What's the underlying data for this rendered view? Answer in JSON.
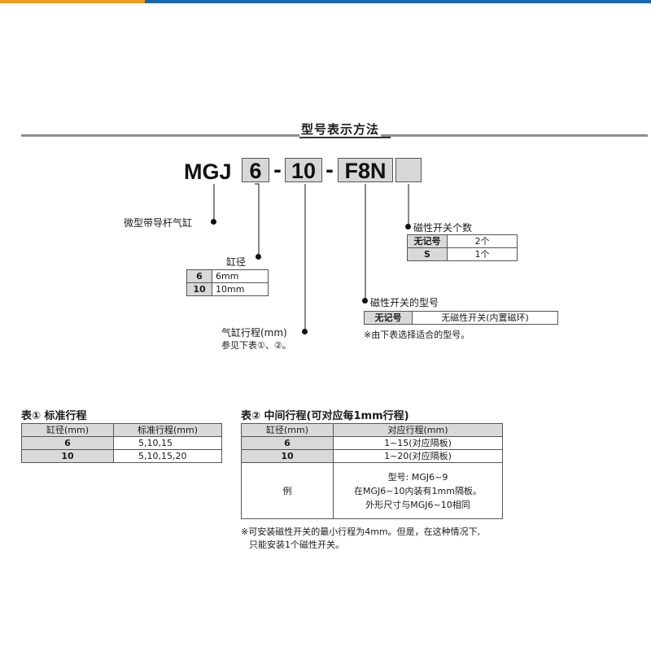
{
  "section_title": "型号表示方法",
  "model_code": {
    "prefix": "MGJ",
    "bore": "6",
    "dash1": "-",
    "stroke": "10",
    "dash2": "-",
    "switch": "F8N",
    "count": ""
  },
  "callouts": {
    "series": "微型带导杆气缸",
    "bore_label": "缸径",
    "bore_rows": [
      {
        "code": "6",
        "value": "6mm"
      },
      {
        "code": "10",
        "value": "10mm"
      }
    ],
    "stroke_label": "气缸行程(mm)",
    "stroke_note": "参见下表①、②。",
    "count_label": "磁性开关个数",
    "count_rows": [
      {
        "code": "无记号",
        "value": "2个"
      },
      {
        "code": "S",
        "value": "1个"
      }
    ],
    "switch_label": "磁性开关的型号",
    "switch_rows": [
      {
        "code": "无记号",
        "value": "无磁性开关(内置磁环)"
      }
    ],
    "switch_note": "※由下表选择适合的型号。"
  },
  "table1": {
    "title": "表① 标准行程",
    "headers": [
      "缸径(mm)",
      "标准行程(mm)"
    ],
    "rows": [
      {
        "bore": "6",
        "strokes": "5,10,15"
      },
      {
        "bore": "10",
        "strokes": "5,10,15,20"
      }
    ]
  },
  "table2": {
    "title": "表② 中间行程(可对应每1mm行程)",
    "headers": [
      "缸径(mm)",
      "对应行程(mm)"
    ],
    "rows": [
      {
        "bore": "6",
        "strokes": "1~15(对应隔板)"
      },
      {
        "bore": "10",
        "strokes": "1~20(对应隔板)"
      }
    ],
    "example_label": "例",
    "example_lines": [
      "型号: MGJ6~9",
      "在MGJ6~10内装有1mm隔板。",
      "外形尺寸与MGJ6~10相同"
    ]
  },
  "footnote": [
    "※可安装磁性开关的最小行程为4mm。但是，在这种情况下,",
    "只能安装1个磁性开关。"
  ]
}
